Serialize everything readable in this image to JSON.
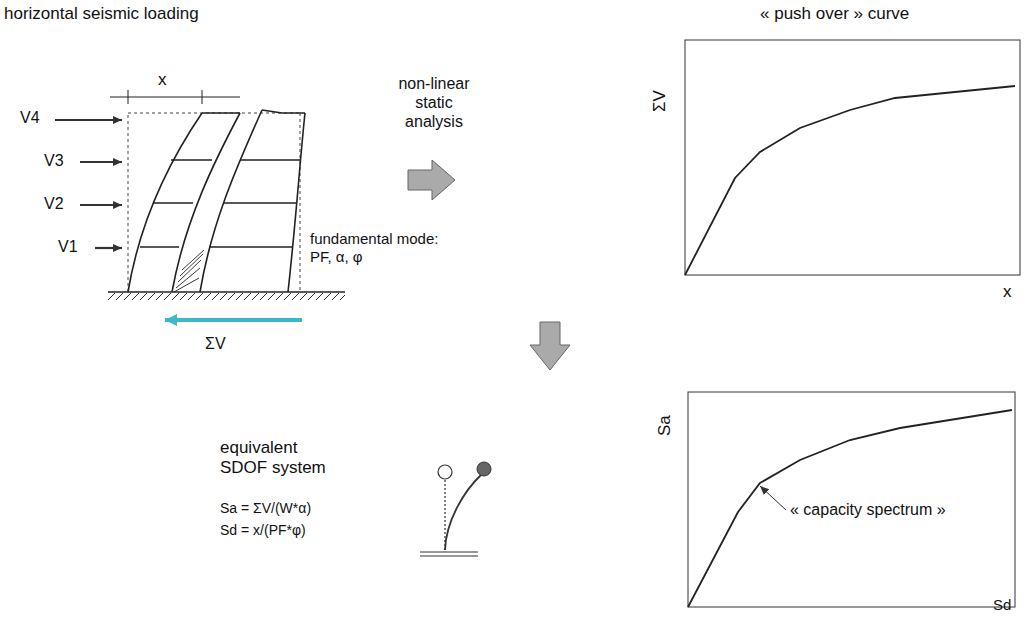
{
  "diagram": {
    "labels": [
      "horizontal seismic loading",
      "« push over » curve",
      "x",
      "V4",
      "V3",
      "V2",
      "V1",
      "fundamental mode: PF, α, φ",
      "ΣV",
      "non-linear static analysis",
      "ΣV",
      "x",
      "equivalent SDOF system",
      "Sa = ΣV/(W*α)",
      "Sd = x/(PF*φ)",
      "Sa",
      "« capacity spectrum »",
      "Sd"
    ]
  }
}
